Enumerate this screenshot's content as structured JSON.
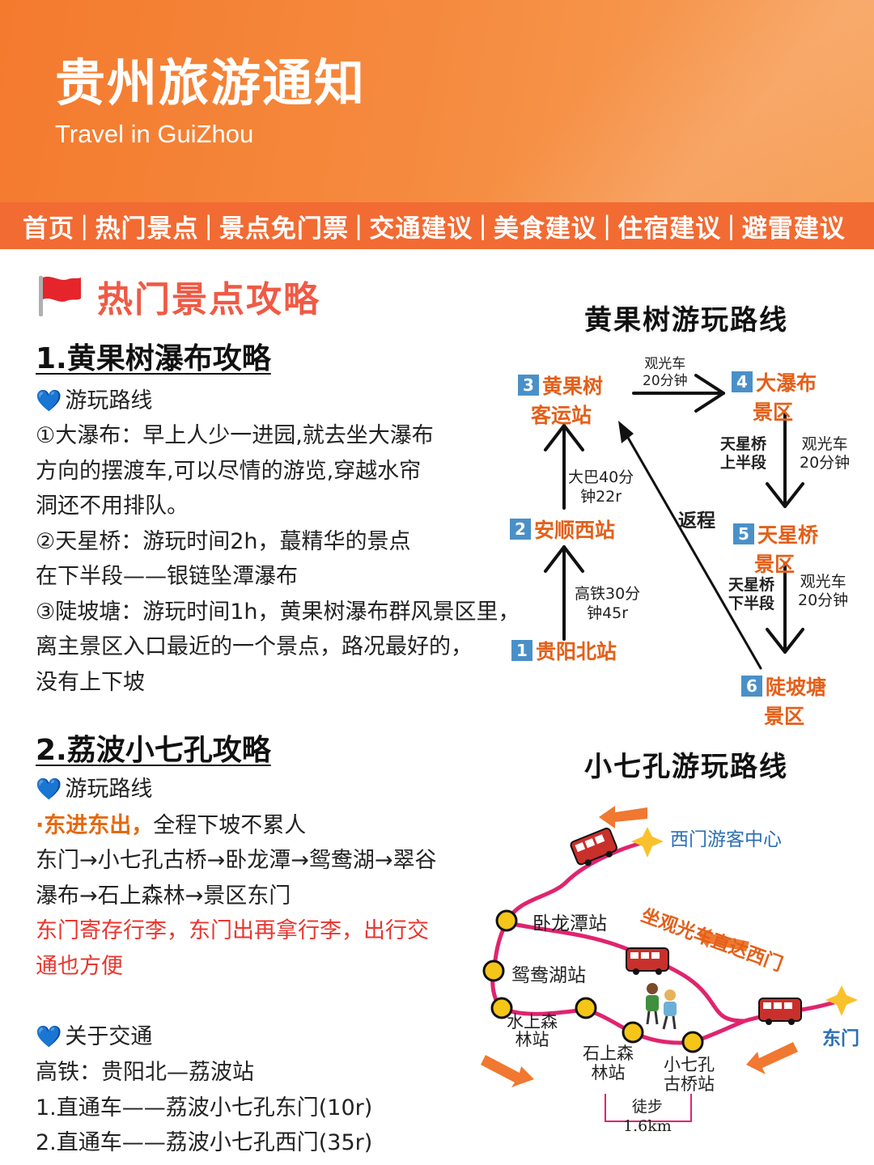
{
  "header": {
    "title": "贵州旅游通知",
    "subtitle": "Travel in GuiZhou"
  },
  "nav": {
    "items": [
      "首页",
      "热门景点",
      "景点免门票",
      "交通建议",
      "美食建议",
      "住宿建议",
      "避雷建议"
    ]
  },
  "section": {
    "title": "热门景点攻略"
  },
  "huangguoshu": {
    "heading": "1.黄果树瀑布攻略",
    "route_label": "游玩路线",
    "lines": [
      "①大瀑布：早上人少一进园,就去坐大瀑布",
      "方向的摆渡车,可以尽情的游览,穿越水帘",
      "洞还不用排队。",
      "②天星桥：游玩时间2h，蕞精华的景点",
      "在下半段——银链坠潭瀑布",
      "③陡坡塘：游玩时间1h，黄果树瀑布群风景区里，",
      "离主景区入口最近的一个景点，路况最好的，",
      "没有上下坡"
    ]
  },
  "xiaoqikong": {
    "heading": "2.荔波小七孔攻略",
    "route_label": "游玩路线",
    "tip_highlight": "·东进东出，",
    "tip_rest": "全程下坡不累人",
    "route_lines": [
      "东门→小七孔古桥→卧龙潭→鸳鸯湖→翠谷",
      "瀑布→石上森林→景区东门"
    ],
    "red_lines": [
      "东门寄存行李，东门出再拿行李，出行交",
      "通也方便"
    ],
    "traffic_label": "关于交通",
    "traffic_lines": [
      "高铁：贵阳北—荔波站",
      "1.直通车——荔波小七孔东门(10r)",
      "2.直通车——荔波小七孔西门(35r)"
    ]
  },
  "diagram1": {
    "title": "黄果树游玩路线",
    "nodes": [
      {
        "num": "1",
        "lines": [
          "贵阳北站"
        ]
      },
      {
        "num": "2",
        "lines": [
          "安顺西站"
        ]
      },
      {
        "num": "3",
        "lines": [
          "黄果树",
          "客运站"
        ]
      },
      {
        "num": "4",
        "lines": [
          "大瀑布",
          "景区"
        ]
      },
      {
        "num": "5",
        "lines": [
          "天星桥",
          "景区"
        ]
      },
      {
        "num": "6",
        "lines": [
          "陡坡塘",
          "景区"
        ]
      }
    ],
    "labels": {
      "rail": [
        "高铁30分",
        "钟45r"
      ],
      "bus": [
        "大巴40分",
        "钟22r"
      ],
      "shuttle1": [
        "观光车",
        "20分钟"
      ],
      "upper": [
        "天星桥",
        "上半段"
      ],
      "shuttle2": [
        "观光车",
        "20分钟"
      ],
      "lower": [
        "天星桥",
        "下半段"
      ],
      "shuttle3": [
        "观光车",
        "20分钟"
      ],
      "return": "返程"
    },
    "colors": {
      "node_text": "#e3601a",
      "badge": "#4a90c8"
    }
  },
  "diagram2": {
    "title": "小七孔游玩路线",
    "stations": {
      "west": "西门游客中心",
      "wolongtan": "卧龙潭站",
      "yuanyanghu": "鸳鸯湖站",
      "shuishang": [
        "水上森",
        "林站"
      ],
      "shishang": [
        "石上森",
        "林站"
      ],
      "guqiao": [
        "小七孔",
        "古桥站"
      ],
      "east": "东门"
    },
    "shuttle_text": "坐观光车直达西门",
    "walk": [
      "徒步",
      "1.6km"
    ],
    "colors": {
      "route": "#e0246e",
      "station": "#f5c518",
      "label_blue": "#2b6fb5",
      "arrow": "#f07830"
    }
  }
}
